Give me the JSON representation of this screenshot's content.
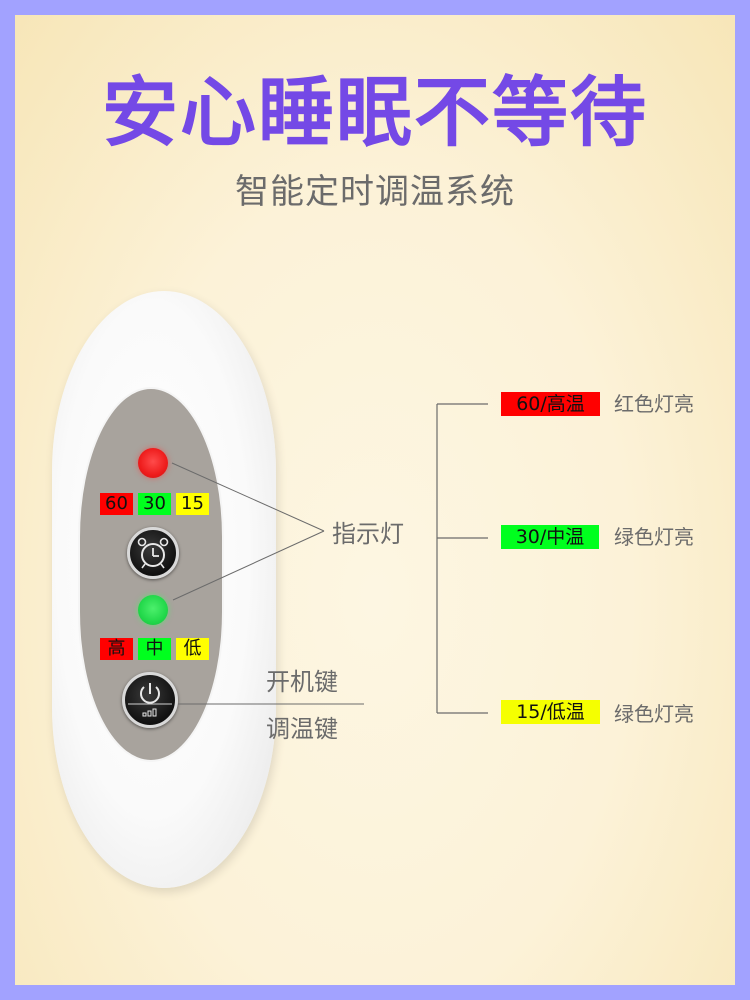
{
  "header": {
    "title": "安心睡眠不等待",
    "subtitle": "智能定时调温系统"
  },
  "remote": {
    "timer_chips": [
      {
        "label": "60",
        "color": "#ff0000"
      },
      {
        "label": "30",
        "color": "#00ff1e"
      },
      {
        "label": "15",
        "color": "#ffff00"
      }
    ],
    "level_chips": [
      {
        "label": "高",
        "color": "#ff0000"
      },
      {
        "label": "中",
        "color": "#00ff1e"
      },
      {
        "label": "低",
        "color": "#ffff00"
      }
    ],
    "timer_button_icon": "alarm-clock-icon",
    "power_button_icon": "power-icon",
    "signal_icon": "signal-bars-icon"
  },
  "callouts": {
    "indicator_label": "指示灯",
    "power_key_label": "开机键",
    "temp_key_label": "调温键"
  },
  "legend": [
    {
      "tag": "60/高温",
      "tag_color": "#ff0000",
      "desc": "红色灯亮"
    },
    {
      "tag": "30/中温",
      "tag_color": "#00ff1e",
      "desc": "绿色灯亮"
    },
    {
      "tag": "15/低温",
      "tag_color": "#ffff00",
      "desc": "绿色灯亮"
    }
  ],
  "colors": {
    "border": "#a2a2ff",
    "title": "#7449e6",
    "text_gray": "#6b6b6b",
    "panel_gray": "#a8a39d"
  }
}
